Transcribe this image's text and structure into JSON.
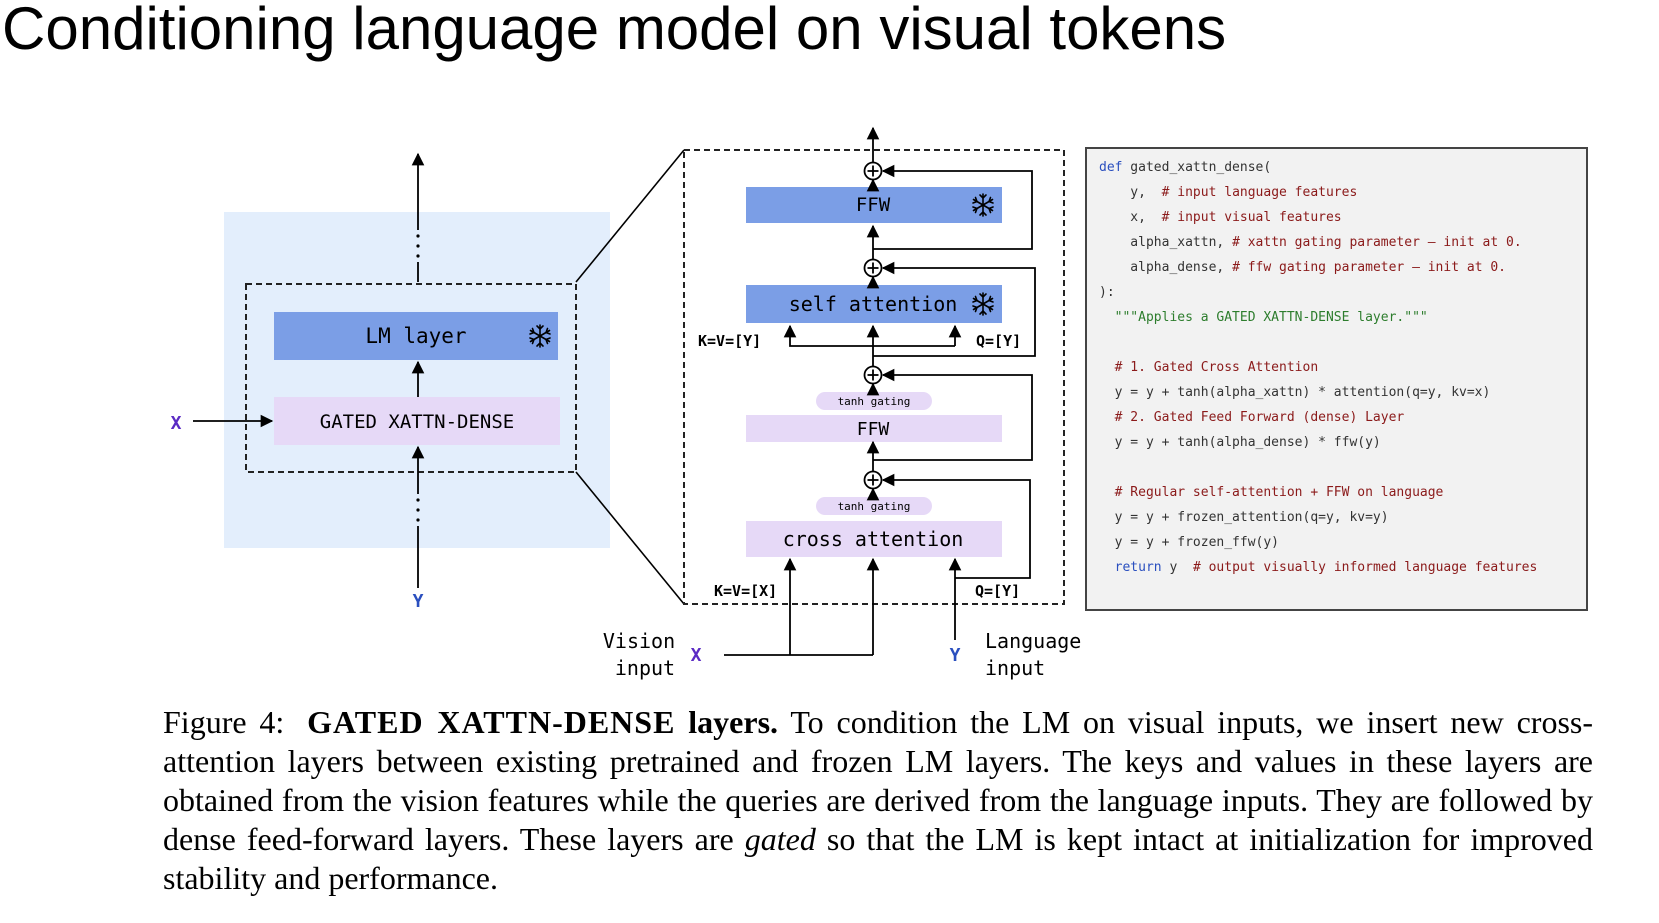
{
  "slide": {
    "title": "Conditioning language model on visual tokens"
  },
  "left_diagram": {
    "lm_layer": "LM layer",
    "gated_block": "GATED XATTN-DENSE",
    "input_x": "X",
    "input_y": "Y"
  },
  "zoom_diagram": {
    "ffw_top": "FFW",
    "self_attention": "self attention",
    "kv_top": "K=V=[Y]",
    "q_top": "Q=[Y]",
    "tanh_gating_1": "tanh gating",
    "ffw_gated": "FFW",
    "tanh_gating_2": "tanh gating",
    "cross_attention": "cross attention",
    "kv_bottom": "K=V=[X]",
    "q_bottom": "Q=[Y]",
    "vision_input_line1": "Vision",
    "vision_input_line2": "input",
    "x_label": "X",
    "y_label": "Y",
    "language_input_line1": "Language",
    "language_input_line2": "input"
  },
  "code": {
    "l1_kw": "def",
    "l1_rest": " gated_xattn_dense(",
    "l2_code": "    y,  ",
    "l2_cm": "# input language features",
    "l3_code": "    x,  ",
    "l3_cm": "# input visual features",
    "l4_code": "    alpha_xattn, ",
    "l4_cm": "# xattn gating parameter – init at 0.",
    "l5_code": "    alpha_dense, ",
    "l5_cm": "# ffw gating parameter – init at 0.",
    "l6": "):",
    "l7": "  \"\"\"Applies a GATED XATTN-DENSE layer.\"\"\"",
    "l8_cm": "  # 1. Gated Cross Attention",
    "l9": "  y = y + tanh(alpha_xattn) * attention(q=y, kv=x)",
    "l10_cm": "  # 2. Gated Feed Forward (dense) Layer",
    "l11": "  y = y + tanh(alpha_dense) * ffw(y)",
    "l12_cm": "  # Regular self-attention + FFW on language",
    "l13": "  y = y + frozen_attention(q=y, kv=y)",
    "l14": "  y = y + frozen_ffw(y)",
    "l15_kw": "  return",
    "l15_code": " y  ",
    "l15_cm": "# output visually informed language features"
  },
  "caption": {
    "figure_label": "Figure 4:",
    "heading_sc": "GATED XATTN-DENSE",
    "heading_rest": " layers.",
    "text1": " To condition the LM on visual inputs, we insert new cross-attention layers between existing pretrained and frozen LM layers. The keys and values in these layers are obtained from the vision features while the queries are derived from the language inputs. They are followed by dense feed-forward layers. These layers are ",
    "italic": "gated",
    "text2": " so that the LM is kept intact at initialization for improved stability and performance."
  },
  "colors": {
    "frozen_block": "#7b9ee6",
    "gated_block": "#e6d9f7",
    "panel_bg": "#e3eefc",
    "accent_x": "#5b2bc4",
    "accent_y": "#2a4fbf",
    "code_bg": "#f2f2f2"
  },
  "icons": {
    "frozen": "snowflake-icon",
    "add": "plus-circle-icon"
  }
}
